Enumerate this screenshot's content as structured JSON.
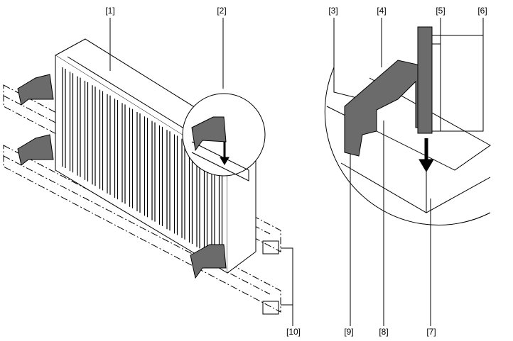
{
  "labels": {
    "l1": "[1]",
    "l2": "[2]",
    "l3": "[3]",
    "l4": "[4]",
    "l5": "[5]",
    "l6": "[6]",
    "l7": "[7]",
    "l8": "[8]",
    "l9": "[9]",
    "l10": "[10]"
  },
  "colors": {
    "bracket": "#6b6b6b",
    "line": "#000000",
    "fin": "#ffffff"
  }
}
